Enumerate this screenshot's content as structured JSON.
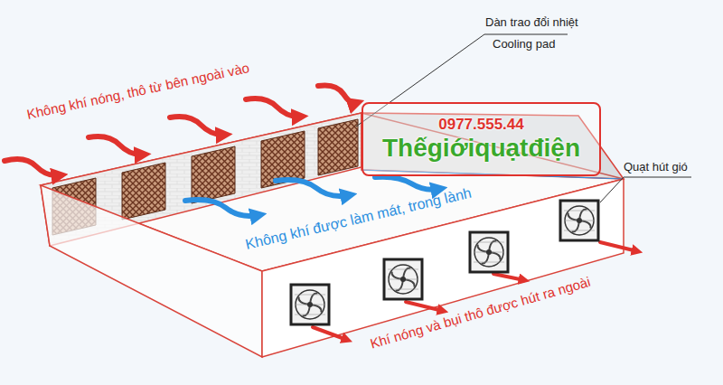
{
  "diagram": {
    "nodes": [
      {
        "text": [
          "0977.555.44",
          "Thếgiớiquạtđiện"
        ]
      }
    ],
    "labels": [
      "Không khí nóng, thô từ bên ngoài vào",
      "Dàn trao đổi nhiệt",
      "Cooling pad",
      "Quạt hút gió",
      "Không khí được làm mát, trong lành",
      "Khí nóng và bụi thô được hút ra ngoài"
    ]
  }
}
